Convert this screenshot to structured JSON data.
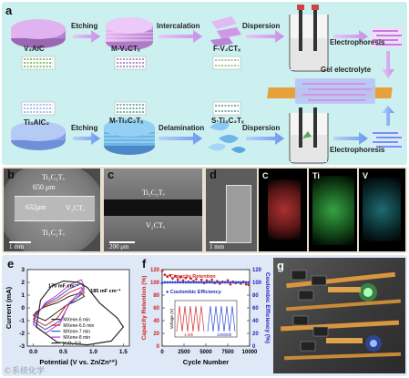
{
  "panels": {
    "a": {
      "label": "a",
      "top_row": {
        "precursor": "V₂AlC",
        "step1_arrow": "Etching",
        "product1": "M-V₂CTₓ",
        "step2_arrow": "Intercalation",
        "product2": "F-V₂CTₓ",
        "step3_arrow": "Dispersion",
        "step4_arrow": "Electrophoresis"
      },
      "bottom_row": {
        "precursor": "Ti₃AlC₂",
        "step1_arrow": "Etching",
        "product1": "M-Ti₃C₂Tₓ",
        "step2_arrow": "Delamination",
        "product2": "S-Ti₃C₂Tₓ",
        "step3_arrow": "Dispersion",
        "step4_arrow": "Electrophoresis"
      },
      "gel_label": "Gel electrolyte"
    },
    "b": {
      "label": "b",
      "labels": [
        "Ti₃C₂Tₓ",
        "650 μm",
        "632μm",
        "V₂CTₓ",
        "Ti₃C₂Tₓ"
      ],
      "scalebar": "1 mm"
    },
    "c": {
      "label": "c",
      "labels": [
        "Ti₃C₂Tₓ",
        "V₂CTₓ"
      ],
      "scalebar": "200 μm"
    },
    "d": {
      "label": "d",
      "scalebar": "1 mm",
      "maps": [
        "C",
        "Ti",
        "V"
      ]
    },
    "e": {
      "label": "e"
    },
    "f": {
      "label": "f"
    },
    "g": {
      "label": "g"
    }
  },
  "chart_data": [
    {
      "panel": "e",
      "type": "line",
      "xlabel": "Potential (V vs. Zn/Zn²⁺)",
      "ylabel": "Current (mA)",
      "xlim": [
        -0.1,
        1.6
      ],
      "ylim": [
        -3,
        3
      ],
      "xticks": [
        "0.0",
        "0.5",
        "1.0",
        "1.5"
      ],
      "yticks": [
        "-3",
        "-2",
        "-1",
        "0",
        "1",
        "2",
        "3"
      ],
      "annotations": [
        "170 mF cm⁻²",
        "185 mF cm⁻²"
      ],
      "legend_position": "lower-center",
      "series": [
        {
          "name": "MXene-6 min",
          "color": "#2b2b2b",
          "points": [
            [
              0.0,
              -0.6
            ],
            [
              0.2,
              -1.0
            ],
            [
              0.35,
              -0.5
            ],
            [
              0.55,
              0.2
            ],
            [
              0.7,
              0.5
            ],
            [
              0.85,
              0.9
            ],
            [
              0.8,
              1.2
            ],
            [
              0.6,
              0.9
            ],
            [
              0.4,
              0.4
            ],
            [
              0.2,
              0.1
            ],
            [
              0.05,
              -0.3
            ],
            [
              0.0,
              -0.6
            ]
          ]
        },
        {
          "name": "MXene-6.5 min",
          "color": "#d22b2b",
          "points": [
            [
              0.0,
              -0.9
            ],
            [
              0.2,
              -1.4
            ],
            [
              0.4,
              -0.8
            ],
            [
              0.55,
              0.2
            ],
            [
              0.7,
              0.7
            ],
            [
              0.85,
              1.2
            ],
            [
              0.8,
              1.6
            ],
            [
              0.6,
              1.2
            ],
            [
              0.4,
              0.6
            ],
            [
              0.2,
              0.2
            ],
            [
              0.05,
              -0.4
            ],
            [
              0.0,
              -0.9
            ]
          ]
        },
        {
          "name": "MXene-7 min",
          "color": "#2b5bd2",
          "points": [
            [
              0.0,
              -1.1
            ],
            [
              0.2,
              -1.7
            ],
            [
              0.45,
              -1.0
            ],
            [
              0.6,
              0.3
            ],
            [
              0.75,
              0.9
            ],
            [
              0.85,
              1.5
            ],
            [
              0.8,
              1.9
            ],
            [
              0.6,
              1.5
            ],
            [
              0.4,
              0.8
            ],
            [
              0.2,
              0.3
            ],
            [
              0.05,
              -0.5
            ],
            [
              0.0,
              -1.1
            ]
          ]
        },
        {
          "name": "MXene-8 min",
          "color": "#c23bc2",
          "points": [
            [
              0.0,
              -1.3
            ],
            [
              0.2,
              -2.0
            ],
            [
              0.45,
              -1.2
            ],
            [
              0.6,
              0.4
            ],
            [
              0.75,
              1.1
            ],
            [
              0.85,
              1.7
            ],
            [
              0.8,
              2.2
            ],
            [
              0.6,
              1.8
            ],
            [
              0.4,
              1.0
            ],
            [
              0.2,
              0.4
            ],
            [
              0.05,
              -0.6
            ],
            [
              0.0,
              -1.3
            ]
          ]
        },
        {
          "name": "V₂O₃-0.6",
          "color": "#2b2b2b",
          "points": [
            [
              0.05,
              -1.5
            ],
            [
              0.4,
              -2.7
            ],
            [
              0.9,
              -2.9
            ],
            [
              1.3,
              -2.6
            ],
            [
              1.5,
              -1.5
            ],
            [
              1.4,
              -0.8
            ],
            [
              1.1,
              0.4
            ],
            [
              0.9,
              1.6
            ],
            [
              0.75,
              2.0
            ],
            [
              0.5,
              2.1
            ],
            [
              0.3,
              1.7
            ],
            [
              0.12,
              0.6
            ],
            [
              0.05,
              -1.5
            ]
          ]
        }
      ]
    },
    {
      "panel": "f",
      "type": "scatter",
      "xlabel": "Cycle Number",
      "ylabel": "Capacity Retention (%)",
      "y2label": "Coulombic Efficiency (%)",
      "xlim": [
        0,
        10000
      ],
      "ylim": [
        0,
        120
      ],
      "y2lim": [
        0,
        120
      ],
      "xticks": [
        "0",
        "2500",
        "5000",
        "7500",
        "10000"
      ],
      "yticks": [
        "0",
        "20",
        "40",
        "60",
        "80",
        "100",
        "120"
      ],
      "y2ticks": [
        "0",
        "20",
        "40",
        "60",
        "80",
        "100",
        "120"
      ],
      "legend": [
        "Capacity Retention",
        "Coulombic Efficiency"
      ],
      "legend_position": "top-left",
      "series": [
        {
          "name": "Capacity Retention",
          "color": "#d22b2b",
          "x": [
            0,
            300,
            600,
            900,
            1200,
            1500,
            1800,
            2100,
            2400,
            2700,
            3000,
            3300,
            3600,
            3900,
            4200,
            4500,
            4800,
            5100,
            5400,
            5700,
            6000,
            6300,
            6600,
            6900,
            7200,
            7500,
            7800,
            8100,
            8400,
            8700,
            9000,
            9300,
            9600,
            9900
          ],
          "y": [
            118,
            112,
            109,
            111,
            106,
            110,
            104,
            108,
            103,
            107,
            101,
            106,
            102,
            105,
            100,
            104,
            99,
            103,
            101,
            104,
            99,
            102,
            98,
            101,
            100,
            103,
            97,
            101,
            99,
            100,
            98,
            101,
            97,
            96
          ]
        },
        {
          "name": "Coulombic Efficiency",
          "color": "#2b4bd2",
          "x": [
            0,
            300,
            600,
            900,
            1200,
            1500,
            1800,
            2100,
            2400,
            2700,
            3000,
            3300,
            3600,
            3900,
            4200,
            4500,
            4800,
            5100,
            5400,
            5700,
            6000,
            6300,
            6600,
            6900,
            7200,
            7500,
            7800,
            8100,
            8400,
            8700,
            9000,
            9300,
            9600,
            9900
          ],
          "y": [
            99,
            100,
            100,
            100,
            100,
            100,
            100,
            100,
            100,
            100,
            100,
            100,
            100,
            100,
            100,
            100,
            100,
            100,
            100,
            100,
            100,
            100,
            100,
            100,
            100,
            100,
            100,
            100,
            100,
            100,
            100,
            100,
            100,
            100
          ]
        }
      ],
      "inset": {
        "ylabel": "Voltage (V)",
        "annotations": [
          "1-5th",
          "10000th"
        ],
        "series": [
          {
            "name": "1-5th",
            "color": "#d22b2b",
            "cycles": 5
          },
          {
            "name": "10000th",
            "color": "#2b4bd2",
            "cycles": 5
          }
        ]
      }
    }
  ],
  "colors": {
    "panel_a_bg": "#ccefef",
    "panel_bcd_bg": "#e8e0cf",
    "panel_efg_bg": "#dfe8f6",
    "v2alc": "#c79ad6",
    "ti3alc2": "#9fb7f0",
    "arrow": "#d6a8f0",
    "arrow_blue": "#7aa5f3",
    "gel": "#b8c7f5",
    "led_green": "#3dff56",
    "led_blue": "#2a5bff"
  },
  "watermark": "©系统化学"
}
